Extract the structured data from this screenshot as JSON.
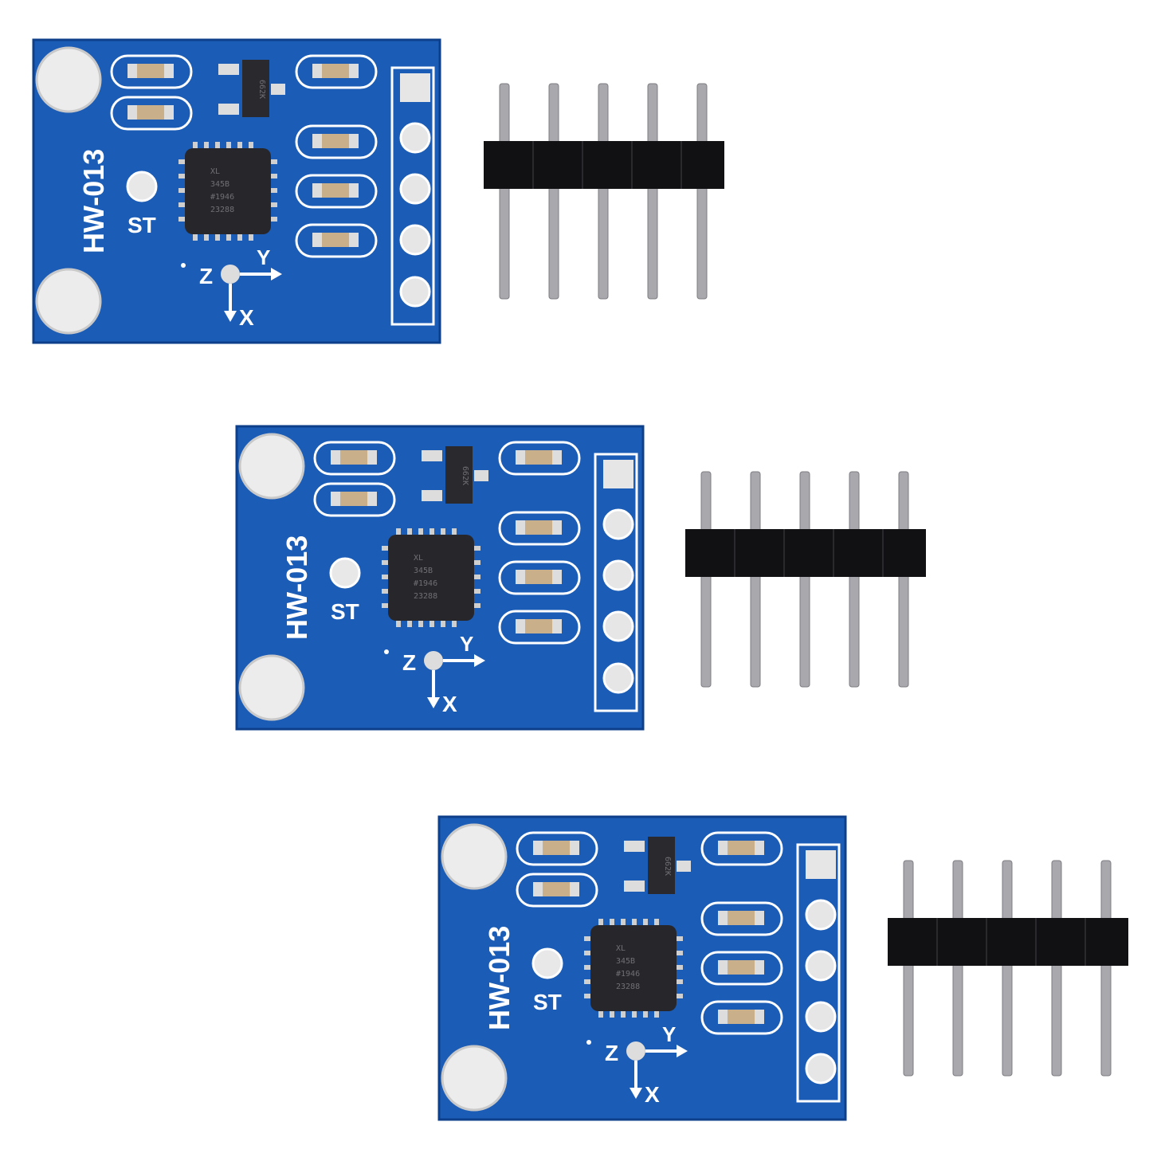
{
  "modules": [
    {
      "model": "HW-013",
      "st_label": "ST",
      "axis_z": "Z",
      "axis_y": "Y",
      "axis_x": "X",
      "transistor_code": "662K",
      "chip_lines": [
        "XL",
        "345B",
        "#1946",
        "23288"
      ],
      "pin_count": 5
    },
    {
      "model": "HW-013",
      "st_label": "ST",
      "axis_z": "Z",
      "axis_y": "Y",
      "axis_x": "X",
      "transistor_code": "662K",
      "chip_lines": [
        "XL",
        "345B",
        "#1946",
        "23288"
      ],
      "pin_count": 5
    },
    {
      "model": "HW-013",
      "st_label": "ST",
      "axis_z": "Z",
      "axis_y": "Y",
      "axis_x": "X",
      "transistor_code": "662K",
      "chip_lines": [
        "XL",
        "345B",
        "#1946",
        "23288"
      ],
      "pin_count": 5
    }
  ],
  "colors": {
    "pcb": "#1a5bb3",
    "pcb_edge": "#0d3f8a",
    "silkscreen": "#ffffff",
    "header_plastic": "#111114",
    "pin_metal": "#a8a8ad",
    "chip": "#27272b"
  }
}
